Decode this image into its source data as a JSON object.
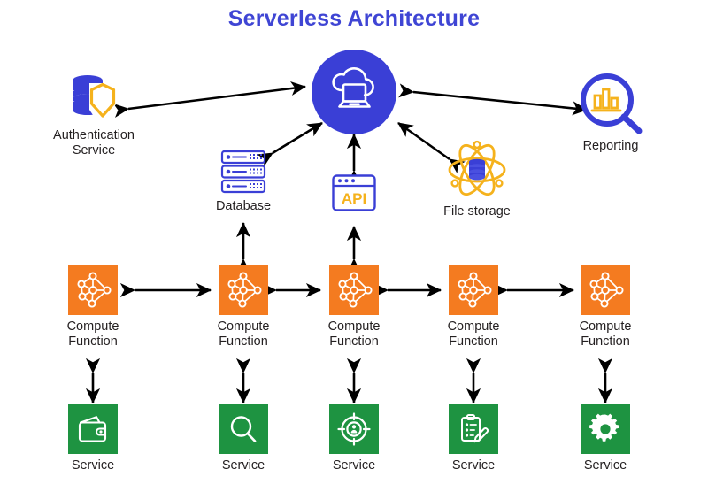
{
  "title": "Serverless Architecture",
  "colors": {
    "title": "#3f45d4",
    "primary_blue": "#3a3fd6",
    "accent_yellow": "#f5b21c",
    "compute_orange": "#f47b20",
    "service_green": "#1e9341",
    "arrow": "#000000",
    "background": "#ffffff"
  },
  "center": {
    "label": "",
    "icon": "cloud-laptop-icon"
  },
  "tier1": [
    {
      "id": "authentication-service",
      "label": "Authentication\nService",
      "icon": "database-shield-icon"
    },
    {
      "id": "database",
      "label": "Database",
      "icon": "server-rack-icon"
    },
    {
      "id": "api",
      "label": "",
      "icon": "api-window-icon",
      "badge": "API"
    },
    {
      "id": "file-storage",
      "label": "File storage",
      "icon": "atom-database-icon"
    },
    {
      "id": "reporting",
      "label": "Reporting",
      "icon": "magnifier-barchart-icon"
    }
  ],
  "compute_row": [
    {
      "id": "compute-function-1",
      "label": "Compute\nFunction",
      "icon": "network-nodes-icon"
    },
    {
      "id": "compute-function-2",
      "label": "Compute\nFunction",
      "icon": "network-nodes-icon"
    },
    {
      "id": "compute-function-3",
      "label": "Compute\nFunction",
      "icon": "network-nodes-icon"
    },
    {
      "id": "compute-function-4",
      "label": "Compute\nFunction",
      "icon": "network-nodes-icon"
    },
    {
      "id": "compute-function-5",
      "label": "Compute\nFunction",
      "icon": "network-nodes-icon"
    }
  ],
  "service_row": [
    {
      "id": "service-1",
      "label": "Service",
      "icon": "wallet-icon"
    },
    {
      "id": "service-2",
      "label": "Service",
      "icon": "search-icon"
    },
    {
      "id": "service-3",
      "label": "Service",
      "icon": "target-user-icon"
    },
    {
      "id": "service-4",
      "label": "Service",
      "icon": "clipboard-pencil-icon"
    },
    {
      "id": "service-5",
      "label": "Service",
      "icon": "gear-icon"
    }
  ],
  "connections": [
    {
      "from": "authentication-service",
      "to": "center",
      "type": "bidirectional"
    },
    {
      "from": "database",
      "to": "center",
      "type": "bidirectional"
    },
    {
      "from": "api",
      "to": "center",
      "type": "bidirectional"
    },
    {
      "from": "file-storage",
      "to": "center",
      "type": "bidirectional"
    },
    {
      "from": "reporting",
      "to": "center",
      "type": "bidirectional"
    },
    {
      "from": "database",
      "to": "compute-function-2",
      "type": "bidirectional"
    },
    {
      "from": "api",
      "to": "compute-function-3",
      "type": "bidirectional"
    },
    {
      "from": "compute-function-1",
      "to": "compute-function-2",
      "type": "bidirectional"
    },
    {
      "from": "compute-function-2",
      "to": "compute-function-3",
      "type": "bidirectional"
    },
    {
      "from": "compute-function-3",
      "to": "compute-function-4",
      "type": "bidirectional"
    },
    {
      "from": "compute-function-4",
      "to": "compute-function-5",
      "type": "bidirectional"
    },
    {
      "from": "compute-function-1",
      "to": "service-1",
      "type": "bidirectional"
    },
    {
      "from": "compute-function-2",
      "to": "service-2",
      "type": "bidirectional"
    },
    {
      "from": "compute-function-3",
      "to": "service-3",
      "type": "bidirectional"
    },
    {
      "from": "compute-function-4",
      "to": "service-4",
      "type": "bidirectional"
    },
    {
      "from": "compute-function-5",
      "to": "service-5",
      "type": "bidirectional"
    }
  ]
}
